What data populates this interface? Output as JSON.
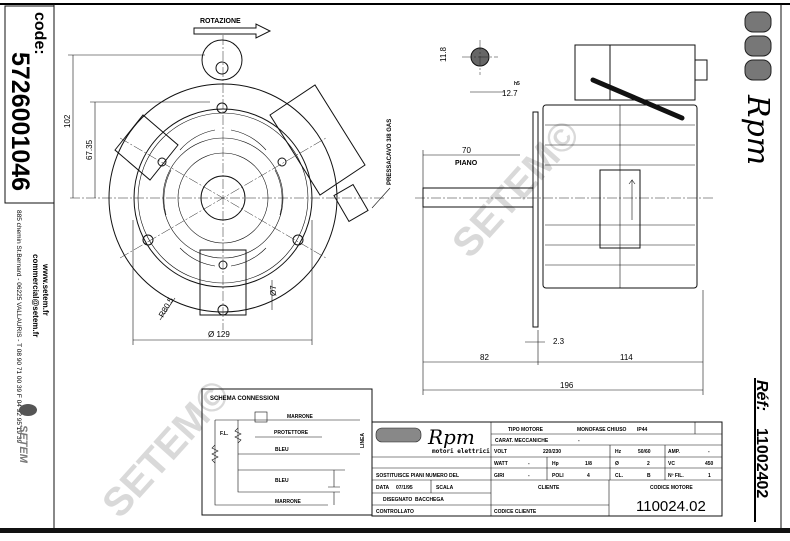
{
  "sidebar_left": {
    "code_label": "code:",
    "code_value": "5726001046",
    "website": "www.setem.fr",
    "email": "commercial@setem.fr",
    "address": "885 chemin St.Bernard - 06225 VALLAURIS - T 08 90 71 00 39  F 04 92 95 19 39",
    "brand_logo": "SETEM"
  },
  "sidebar_right": {
    "logo": "Rpm",
    "ref_label": "Réf:",
    "ref_value": "11002402"
  },
  "watermark": "SETEM©",
  "front_view": {
    "rotation_label": "ROTAZIONE",
    "dim_height": "102",
    "dim_axis": "67.35",
    "dim_diameter": "Ø 129",
    "dim_radius": "R80.5",
    "dim_hole": "Ø7",
    "cable_gland": "PRESSACAVO 3/8 GAS"
  },
  "side_view": {
    "shaft_flat": "11.8",
    "shaft_dia": "12.7",
    "tolerance": "h5",
    "shaft_length": "70",
    "flat_label": "PIANO",
    "gap": "2.3",
    "dim_shaft": "82",
    "dim_body": "114",
    "dim_total": "196"
  },
  "schema": {
    "title": "SCHEMA CONNESSIONI",
    "fl": "F.L.",
    "marrone_top": "MARRONE",
    "protettore": "PROTETTORE",
    "bleu_mid": "BLEU",
    "linea": "LINEA",
    "bleu_low": "BLEU",
    "marrone_low": "MARRONE"
  },
  "title_block": {
    "logo": "Rpm",
    "logo_sub": "motori elettrici",
    "tipo_motore_label": "TIPO MOTORE",
    "tipo_motore": "MONOFASE CHIUSO",
    "ip": "IP44",
    "caratt_label": "CARAT. MECCANICHE",
    "caratt": "-",
    "volt_label": "VOLT",
    "volt": "220/230",
    "hz_label": "Hz",
    "hz": "50/60",
    "amp_label": "AMP.",
    "amp": "-",
    "watt_label": "WATT",
    "watt": "-",
    "hp_label": "Hp",
    "hp": "1/8",
    "phi_label": "Ø",
    "phi": "2",
    "vc_label": "VC",
    "vc": "450",
    "giri_label": "GIRI",
    "giri": "-",
    "poli_label": "POLI",
    "poli": "4",
    "cl_label": "CL.",
    "cl": "B",
    "nfil_label": "Nº FIL.",
    "nfil": "1",
    "sostituisce_label": "SOSTITUISCE PIANI NUMERO DEL",
    "data_label": "DATA",
    "data": "07/1/95",
    "scala_label": "SCALA",
    "disegnato_label": "DISEGNATO",
    "disegnato": "BACCHEGA",
    "controllato_label": "CONTROLLATO",
    "cliente_label": "CLIENTE",
    "codice_cliente_label": "CODICE CLIENTE",
    "codice_motore_label": "CODICE MOTORE",
    "codice_motore": "110024.02"
  }
}
